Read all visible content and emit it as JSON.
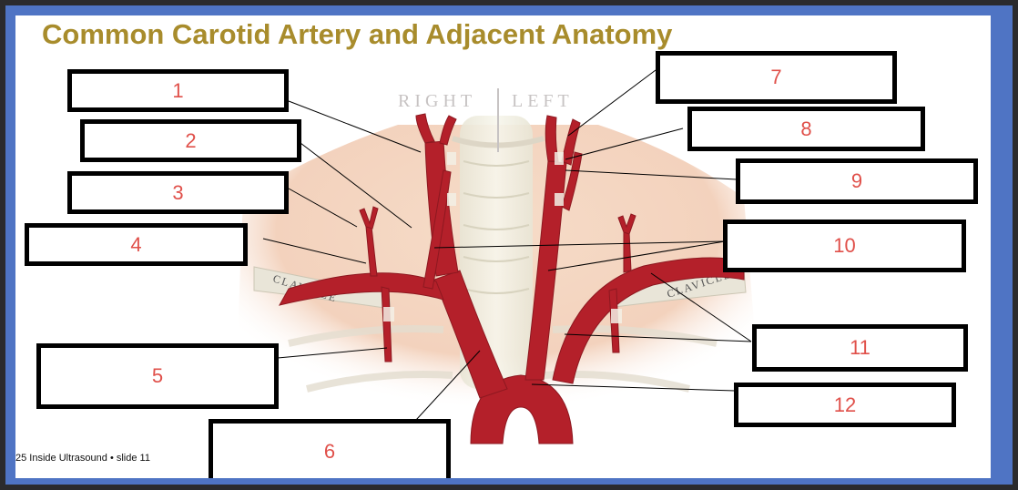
{
  "slide": {
    "title": "Common Carotid Artery and Adjacent Anatomy",
    "footer": "25 Inside Ultrasound • slide 11"
  },
  "illustration": {
    "right_word": "RIGHT",
    "left_word": "LEFT",
    "clavicle_left": "CLAVICLE",
    "clavicle_right": "CLAVICLE"
  },
  "labels": [
    "1",
    "2",
    "3",
    "4",
    "5",
    "6",
    "7",
    "8",
    "9",
    "10",
    "11",
    "12"
  ],
  "colors": {
    "artery": "#b4202a",
    "label_text": "#e0504a",
    "title": "#a88c2c",
    "frame": "#4f74c4"
  }
}
